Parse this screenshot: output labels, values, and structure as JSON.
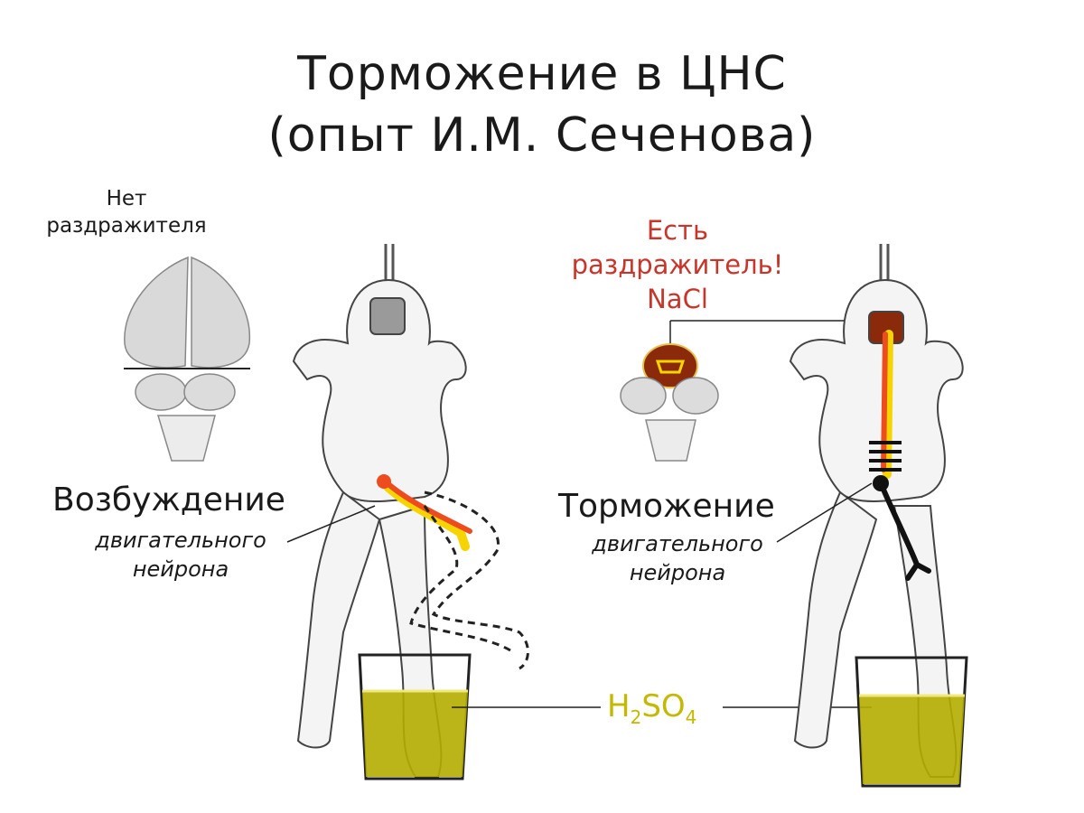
{
  "title": {
    "line1": "Торможение в ЦНС",
    "line2": "(опыт И.М. Сеченова)"
  },
  "left": {
    "stimulus_line1": "Нет",
    "stimulus_line2": "раздражителя",
    "effect_title": "Возбуждение",
    "effect_line1": "двигательного",
    "effect_line2": "нейрона"
  },
  "right": {
    "stimulus_line1": "Есть",
    "stimulus_line2": "раздражитель!",
    "stimulus_chem": "NaCl",
    "effect_title": "Торможение",
    "effect_line1": "двигательного",
    "effect_line2": "нейрона"
  },
  "acid": {
    "h": "H",
    "sub2": "2",
    "so": "SO",
    "sub4": "4"
  },
  "colors": {
    "acid": "#b5ad00",
    "nerve_red": "#ee4b1e",
    "nerve_yellow": "#f5d400",
    "salt_brown": "#8b2a0a"
  }
}
